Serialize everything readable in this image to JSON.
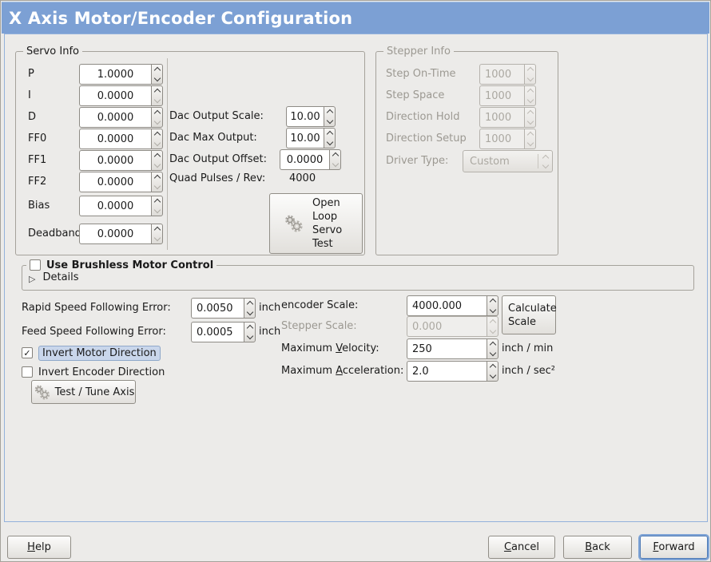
{
  "title": "X Axis Motor/Encoder Configuration",
  "servo": {
    "legend": "Servo Info",
    "rows": [
      {
        "label": "P",
        "value": "1.0000"
      },
      {
        "label": "I",
        "value": "0.0000"
      },
      {
        "label": "D",
        "value": "0.0000"
      },
      {
        "label": "FF0",
        "value": "0.0000"
      },
      {
        "label": "FF1",
        "value": "0.0000"
      },
      {
        "label": "FF2",
        "value": "0.0000"
      },
      {
        "label": "Bias",
        "value": "0.0000"
      },
      {
        "label": "Deadband",
        "value": "0.0000"
      }
    ],
    "dac": [
      {
        "label": "Dac Output Scale:",
        "value": "10.00"
      },
      {
        "label": "Dac Max Output:",
        "value": "10.00"
      },
      {
        "label": "Dac Output Offset:",
        "value": "0.0000"
      }
    ],
    "quad_label": "Quad Pulses / Rev:",
    "quad_value": "4000",
    "open_loop_button": "Open Loop Servo Test"
  },
  "stepper": {
    "legend": "Stepper Info",
    "rows": [
      {
        "label": "Step On-Time",
        "value": "1000"
      },
      {
        "label": "Step Space",
        "value": "1000"
      },
      {
        "label": "Direction Hold",
        "value": "1000"
      },
      {
        "label": "Direction Setup",
        "value": "1000"
      }
    ],
    "driver_label": "Driver Type:",
    "driver_value": "Custom"
  },
  "brushless": {
    "label": "Use Brushless Motor Control",
    "checked": false,
    "details": "Details"
  },
  "following_errors": [
    {
      "label": "Rapid Speed Following Error:",
      "value": "0.0050",
      "unit": "inch"
    },
    {
      "label": "Feed Speed Following Error:",
      "value": "0.0005",
      "unit": "inch"
    }
  ],
  "scaling": {
    "encoder_label": "encoder Scale:",
    "encoder_value": "4000.000",
    "stepper_label": "Stepper Scale:",
    "stepper_value": "0.000",
    "calc_button": "Calculate Scale",
    "velocity_label": {
      "pre": "Maximum ",
      "u": "V",
      "post": "elocity:"
    },
    "velocity_value": "250",
    "velocity_unit": "inch / min",
    "accel_label": {
      "pre": "Maximum ",
      "u": "A",
      "post": "cceleration:"
    },
    "accel_value": "2.0",
    "accel_unit": "inch / sec²"
  },
  "inverts": [
    {
      "label": "Invert Motor Direction",
      "checked": true
    },
    {
      "label": "Invert Encoder Direction",
      "checked": false
    }
  ],
  "test_tune_button": "Test / Tune Axis",
  "footer": {
    "help": {
      "u": "H",
      "post": "elp"
    },
    "cancel": {
      "u": "C",
      "post": "ancel"
    },
    "back": {
      "u": "B",
      "post": "ack"
    },
    "forward": {
      "u": "F",
      "post": "orward"
    }
  },
  "colors": {
    "titlebar_blue": "#7CA0D4",
    "content_border_blue": "#93B1DB",
    "background": "#ECEBE9",
    "focus_ring": "#7FA4D6",
    "selection_highlight": "#C9D6EB"
  }
}
